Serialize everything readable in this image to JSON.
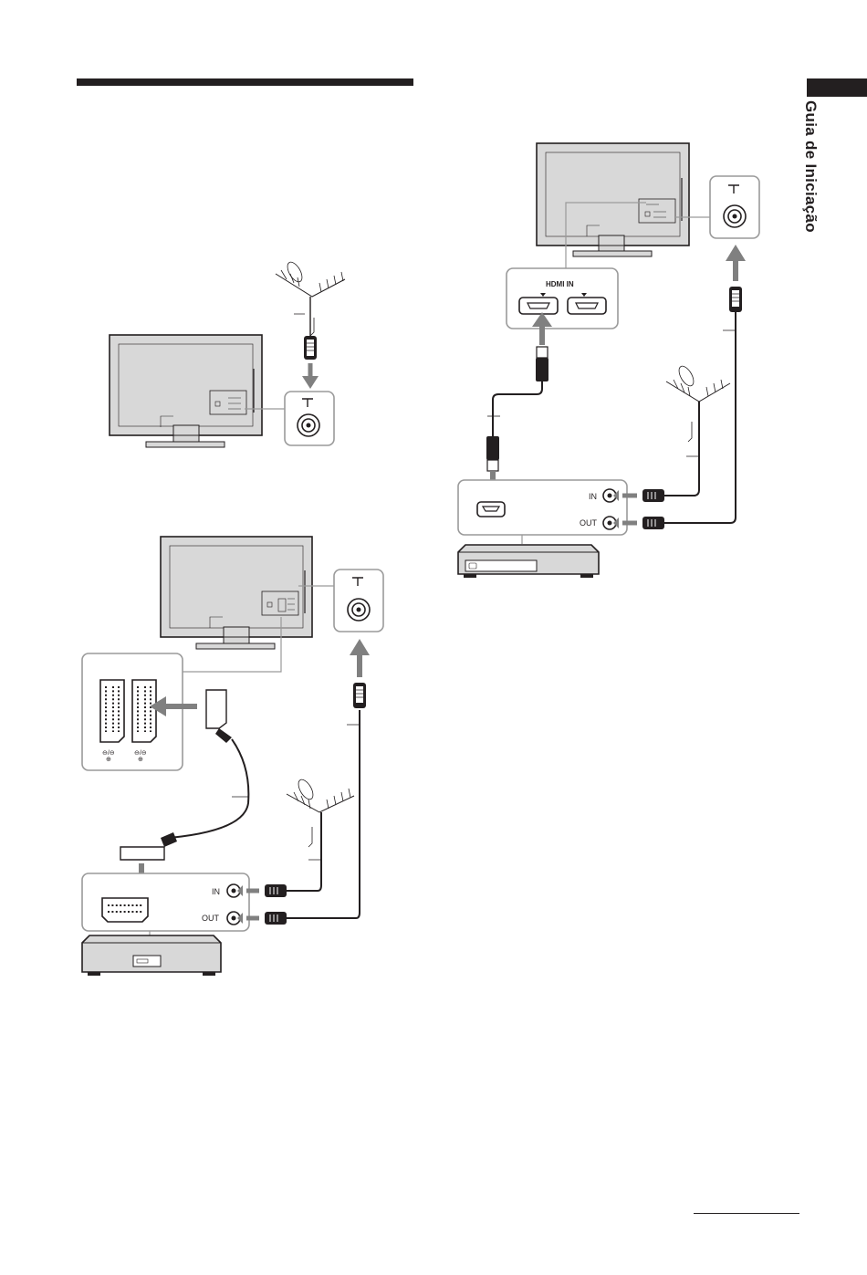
{
  "side_tab": {
    "title": "Guia de Iniciação"
  },
  "labels": {
    "hdmi_in": "HDMI IN",
    "port_in": "IN",
    "port_out": "OUT"
  },
  "colors": {
    "ink": "#231f20",
    "arrow": "#808080",
    "panel": "#d8d8d8",
    "box_stroke": "#9a9a9a"
  },
  "icons": {
    "antenna": "antenna-icon",
    "aerial_socket": "aerial-socket-icon",
    "scart": "scart-connector-icon",
    "hdmi": "hdmi-connector-icon"
  }
}
